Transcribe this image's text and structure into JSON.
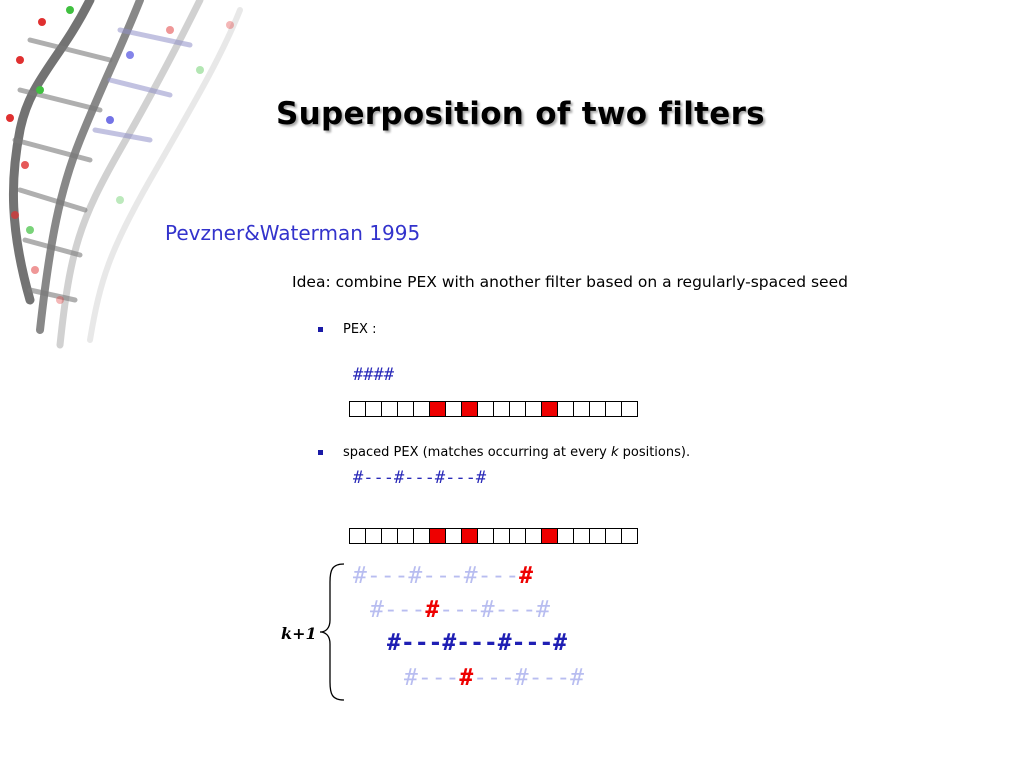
{
  "title": "Superposition of two filters",
  "subtitle": "Pevzner&Waterman 1995",
  "idea": "Idea: combine PEX with another filter based on a regularly-spaced seed",
  "bullets": {
    "pex": "PEX :",
    "spaced_pre": "spaced PEX (matches occurring at every ",
    "spaced_k": "k",
    "spaced_post": " positions)."
  },
  "pex_seed": "####",
  "spaced_seed": "#---#---#---#",
  "strip": {
    "cells": 18,
    "hits": [
      5,
      7,
      12
    ],
    "hit_color": "#ee0000"
  },
  "shifted_seeds": [
    {
      "segments": [
        {
          "text": "#---#---#---",
          "style": "faint"
        },
        {
          "text": "#",
          "style": "red"
        }
      ]
    },
    {
      "segments": [
        {
          "text": "#---",
          "style": "faint"
        },
        {
          "text": "#",
          "style": "red"
        },
        {
          "text": "---#---#",
          "style": "faint"
        }
      ]
    },
    {
      "segments": [
        {
          "text": "#---#---#---#",
          "style": "full"
        }
      ]
    },
    {
      "segments": [
        {
          "text": "#---",
          "style": "faint"
        },
        {
          "text": "#",
          "style": "red"
        },
        {
          "text": "---#---#",
          "style": "faint"
        }
      ]
    }
  ],
  "brace_label": "k+1",
  "colors": {
    "accent_blue": "#3333cc",
    "seed_blue": "#2a2ab8",
    "faint_blue": "#b8bdf0",
    "hit_red": "#ee0000"
  },
  "decoration": "dna-molecule-image"
}
